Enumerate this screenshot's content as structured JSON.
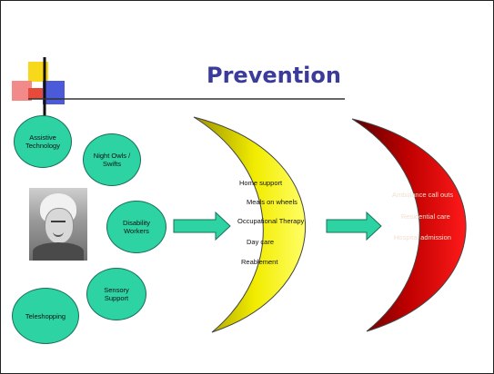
{
  "title": "Prevention",
  "services": [
    {
      "label": "Assistive Technology"
    },
    {
      "label": "Night Owls / Swifts"
    },
    {
      "label": "Disability Workers"
    },
    {
      "label": "Sensory Support"
    },
    {
      "label": "Teleshopping"
    }
  ],
  "middle_list": [
    "Home support",
    "Meals on wheels",
    "Occupational Therapy",
    "Day care",
    "Reablement"
  ],
  "right_list": [
    "Ambulance call outs",
    "Residential care",
    "Hospital admission"
  ],
  "colors": {
    "title": "#3b3b9c",
    "circle_fill": "#2dd3a2",
    "arrow_fill": "#2dd3a2",
    "yellow_crescent": "#f2ec00",
    "red_crescent": "#d40000"
  }
}
